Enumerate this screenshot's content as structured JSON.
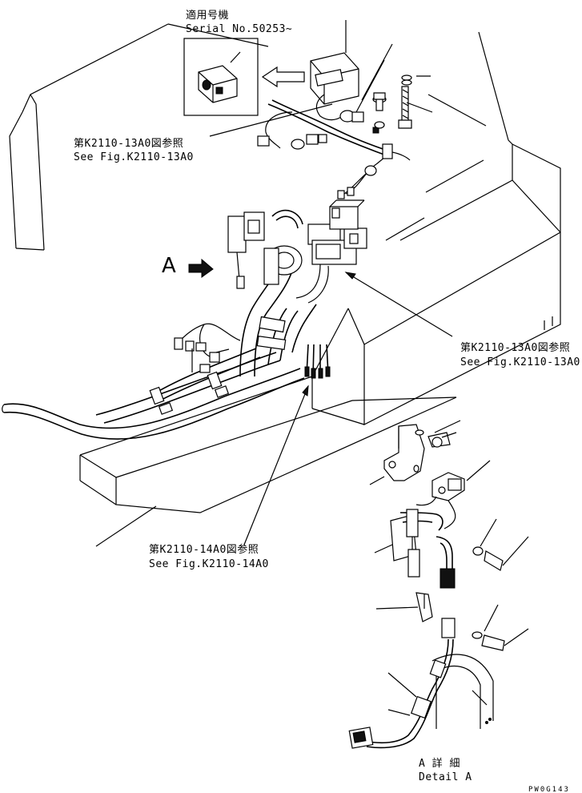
{
  "inset": {
    "jp_label": "適用号機",
    "serial": "Serial No.50253~"
  },
  "refs": {
    "ref1_jp": "第K2110-13A0図参照",
    "ref1_en": "See Fig.K2110-13A0",
    "ref2_jp": "第K2110-13A0図参照",
    "ref2_en": "See Fig.K2110-13A0",
    "ref3_jp": "第K2110-14A0図参照",
    "ref3_en": "See Fig.K2110-14A0"
  },
  "view_marker": "A",
  "detail": {
    "jp": "A 詳 細",
    "en": "Detail A"
  },
  "code": "PW0G143"
}
